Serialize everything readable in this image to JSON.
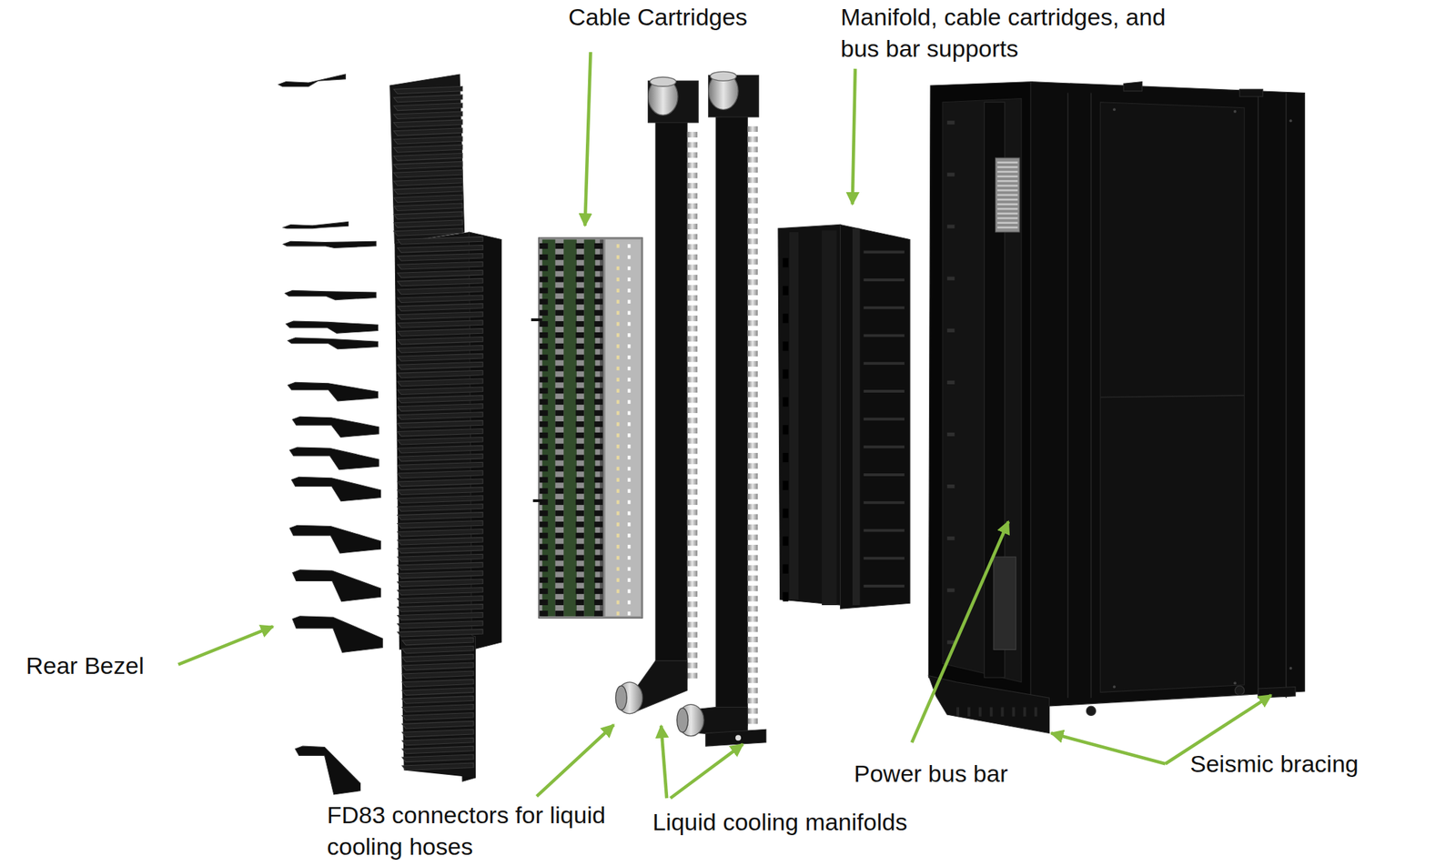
{
  "diagram": {
    "labels": [
      "Cable Cartridges",
      "Manifold, cable cartridges, and bus bar supports",
      "Rear Bezel",
      "FD83 connectors for liquid cooling hoses",
      "Liquid cooling manifolds",
      "Power bus bar",
      "Seismic bracing"
    ]
  }
}
